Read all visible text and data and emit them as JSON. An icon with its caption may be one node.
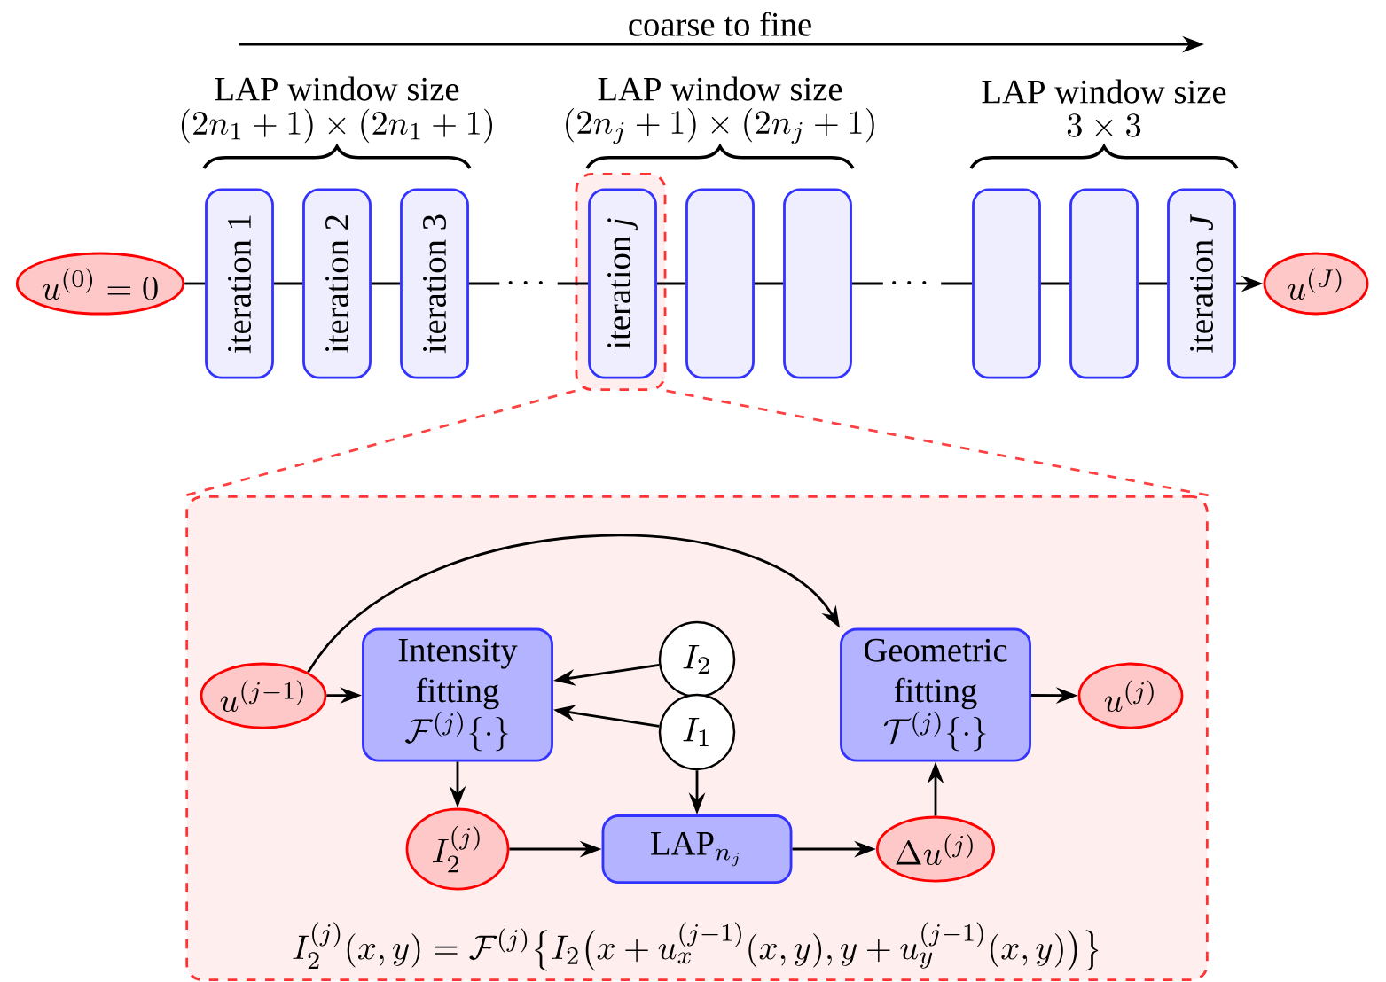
{
  "diagram": {
    "nodes": [
      {
        "text": [
          "u^{(0)} = 0"
        ]
      },
      {
        "text": [
          "iteration 1"
        ]
      },
      {
        "text": [
          "iteration 2"
        ]
      },
      {
        "text": [
          "iteration 3"
        ]
      },
      {
        "text": [],
        "shape": "box"
      },
      {
        "text": [
          "iteration *j*"
        ],
        "in": 4
      },
      {
        "text": [],
        "shape": "box"
      },
      {
        "text": [],
        "shape": "box"
      },
      {
        "text": [],
        "shape": "box"
      },
      {
        "text": [],
        "shape": "box"
      },
      {
        "text": [
          "iteration *J*"
        ]
      },
      {
        "text": [
          "u^{(J)}"
        ]
      },
      {
        "text": [
          "I_2^{(j)}(x,y) = \\mathcal{F}^{(j)}\\big\\{ I_2\\big(x + u_x^{(j-1)}(x,y), y + u_y^{(j-1)}(x,y)\\big)\\big\\}"
        ]
      },
      {
        "text": [
          "u^{(j-1)}"
        ],
        "in": 12
      },
      {
        "text": [
          "Intensity fitting",
          "\\mathcal{F}^{(j)}\\{\\cdot\\}"
        ],
        "in": 12
      },
      {
        "text": [
          "I_2"
        ],
        "in": 12
      },
      {
        "text": [
          "I_1"
        ],
        "in": 12
      },
      {
        "text": [
          "Geometric fitting",
          "\\mathcal{T}^{(j)}\\{\\cdot\\}"
        ],
        "in": 12
      },
      {
        "text": [
          "u^{(j)}"
        ],
        "in": 12
      },
      {
        "text": [
          "I_2^{(j)}"
        ],
        "in": 12
      },
      {
        "text": [
          "\\mathrm{LAP}_{n_j}"
        ],
        "in": 12
      },
      {
        "text": [
          "\\Delta u^{(j)}"
        ],
        "in": 12
      }
    ],
    "edges": [
      {
        "from": 0,
        "to": 1,
        "arrow": "none"
      },
      {
        "from": 1,
        "to": 2,
        "arrow": "none"
      },
      {
        "from": 2,
        "to": 3,
        "arrow": "none"
      },
      {
        "from": 3,
        "to": 5,
        "arrow": "none",
        "label": "\\cdots"
      },
      {
        "from": 5,
        "to": 6,
        "arrow": "none"
      },
      {
        "from": 6,
        "to": 7,
        "arrow": "none"
      },
      {
        "from": 7,
        "to": 8,
        "arrow": "none",
        "label": "\\cdots"
      },
      {
        "from": 8,
        "to": 9,
        "arrow": "none"
      },
      {
        "from": 9,
        "to": 10,
        "arrow": "none"
      },
      {
        "from": 10,
        "to": 11,
        "arrow": "to"
      },
      {
        "from": 13,
        "to": 14,
        "arrow": "to"
      },
      {
        "from": 13,
        "to": 17,
        "arrow": "to"
      },
      {
        "from": 15,
        "to": 14,
        "arrow": "to"
      },
      {
        "from": 16,
        "to": 14,
        "arrow": "to"
      },
      {
        "from": 16,
        "to": 20,
        "arrow": "to"
      },
      {
        "from": 14,
        "to": 19,
        "arrow": "to"
      },
      {
        "from": 19,
        "to": 20,
        "arrow": "to"
      },
      {
        "from": 20,
        "to": 21,
        "arrow": "to"
      },
      {
        "from": 21,
        "to": 17,
        "arrow": "to"
      },
      {
        "from": 17,
        "to": 18,
        "arrow": "to"
      },
      {
        "from": 4,
        "to": 12,
        "arrow": "none",
        "style": "dashed",
        "color": "#ff4040"
      },
      {
        "from": 4,
        "to": 12,
        "arrow": "none",
        "style": "dashed",
        "color": "#ff4040"
      }
    ],
    "labels": [
      "coarse to fine",
      "LAP window size",
      "(2n_1+1)\\times(2n_1+1)",
      "LAP window size",
      "(2n_j+1)\\times(2n_j+1)",
      "LAP window size",
      "3\\times 3"
    ]
  }
}
